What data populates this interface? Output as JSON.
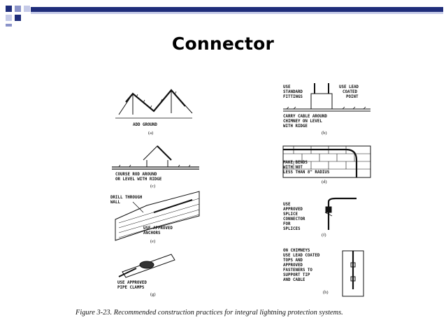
{
  "title": "Connector",
  "colors": {
    "accent_dark": "#1f2d7a",
    "accent_light": "#c5cae8",
    "accent_mid": "#8a93c9"
  },
  "figure": {
    "panels": [
      {
        "id": "a",
        "tag": "(a)",
        "labels": [
          "ADD GROUND"
        ]
      },
      {
        "id": "b",
        "tag": "(b)",
        "labels": [
          "USE",
          "STANDARD",
          "FITTINGS",
          "USE LEAD",
          "COATED",
          "POINT",
          "CARRY CABLE AROUND",
          "CHIMNEY ON LEVEL",
          "WITH RIDGE"
        ]
      },
      {
        "id": "c",
        "tag": "(c)",
        "labels": [
          "COURSE ROD AROUND",
          "OR LEVEL WITH RIDGE"
        ]
      },
      {
        "id": "d",
        "tag": "(d)",
        "labels": [
          "MAKE BENDS",
          "WITH NOT",
          "LESS THAN 8\" RADIUS"
        ]
      },
      {
        "id": "e",
        "tag": "(e)",
        "labels": [
          "DRILL THROUGH",
          "WALL",
          "USE APPROVED",
          "ANCHORS"
        ]
      },
      {
        "id": "f",
        "tag": "(f)",
        "labels": [
          "USE",
          "APPROVED",
          "SPLICE",
          "CONNECTOR",
          "FOR",
          "SPLICES"
        ]
      },
      {
        "id": "g",
        "tag": "(g)",
        "labels": [
          "USE APPROVED",
          "PIPE CLAMPS"
        ]
      },
      {
        "id": "h",
        "tag": "(h)",
        "labels": [
          "ON CHIMNEYS",
          "USE LEAD COATED",
          "TOPS AND",
          "APPROVED",
          "FASTENERS TO",
          "SUPPORT TIP",
          "AND CABLE"
        ]
      }
    ],
    "caption": "Figure 3-23. Recommended construction practices for integral lightning protection systems."
  }
}
